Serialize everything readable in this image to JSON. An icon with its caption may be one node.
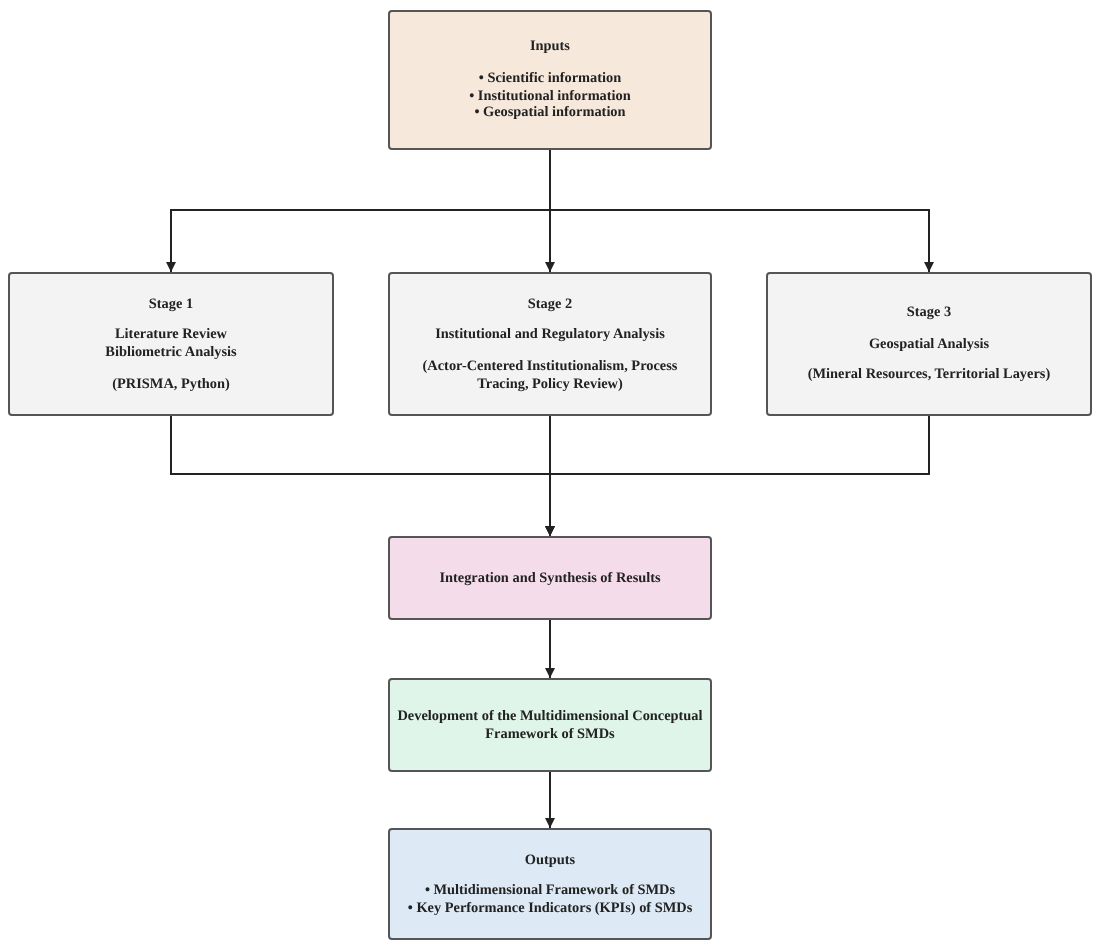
{
  "diagram": {
    "nodes": [
      {
        "text": [
          "Inputs",
          "• Scientific information",
          "• Institutional information",
          "• Geospatial information"
        ]
      },
      {
        "text": [
          "Stage 1",
          "Literature Review",
          "Bibliometric Analysis",
          "(PRISMA, Python)"
        ]
      },
      {
        "text": [
          "Stage 2",
          "Institutional and Regulatory Analysis",
          "(Actor-Centered Institutionalism, Process Tracing, Policy Review)"
        ]
      },
      {
        "text": [
          "Stage 3",
          "Geospatial Analysis",
          "(Mineral Resources, Territorial Layers)"
        ]
      },
      {
        "text": [
          "Integration and Synthesis of Results"
        ]
      },
      {
        "text": [
          "Development of the Multidimensional Conceptual Framework of SMDs"
        ]
      },
      {
        "text": [
          "Outputs",
          "• Multidimensional Framework of SMDs",
          "• Key Performance Indicators (KPIs) of SMDs"
        ]
      }
    ],
    "edges": [
      {
        "from": 0,
        "to": 1,
        "arrow": "to"
      },
      {
        "from": 0,
        "to": 2,
        "arrow": "to"
      },
      {
        "from": 0,
        "to": 3,
        "arrow": "to"
      },
      {
        "from": 1,
        "to": 4,
        "arrow": "to"
      },
      {
        "from": 2,
        "to": 4,
        "arrow": "to"
      },
      {
        "from": 3,
        "to": 4,
        "arrow": "to"
      },
      {
        "from": 4,
        "to": 5,
        "arrow": "to"
      },
      {
        "from": 5,
        "to": 6,
        "arrow": "to"
      }
    ]
  }
}
